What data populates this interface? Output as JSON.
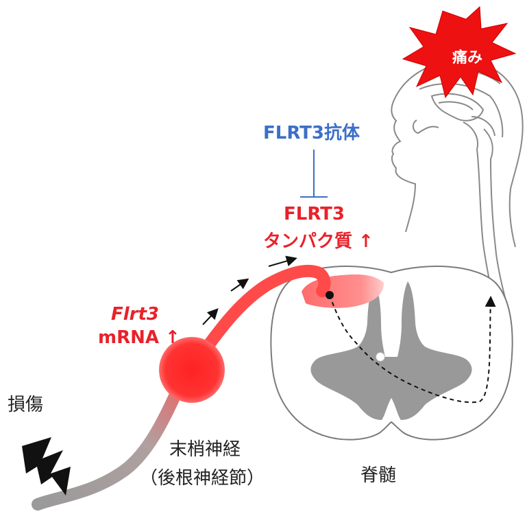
{
  "colors": {
    "nerve_red": "#ff4a4a",
    "nerve_gray": "#9a9a9a",
    "text_red": "#e8222a",
    "text_blue": "#3c6fc8",
    "gray_matter": "#999999",
    "burst": "#ee1111"
  },
  "labels": {
    "pain": "痛み",
    "antibody": "FLRT3抗体",
    "protein_line1": "FLRT3",
    "protein_line2": "タンパク質 ↑",
    "mrna_line1": "Flrt3",
    "mrna_line2": "mRNA ↑",
    "injury": "損傷",
    "nerve_line1": "末梢神経",
    "nerve_line2": "（後根神経節）",
    "spinal_cord": "脊髄"
  },
  "icons": {
    "injury": "lightning-bolt-icon",
    "pain": "starburst-icon",
    "head": "human-head-outline-icon"
  }
}
